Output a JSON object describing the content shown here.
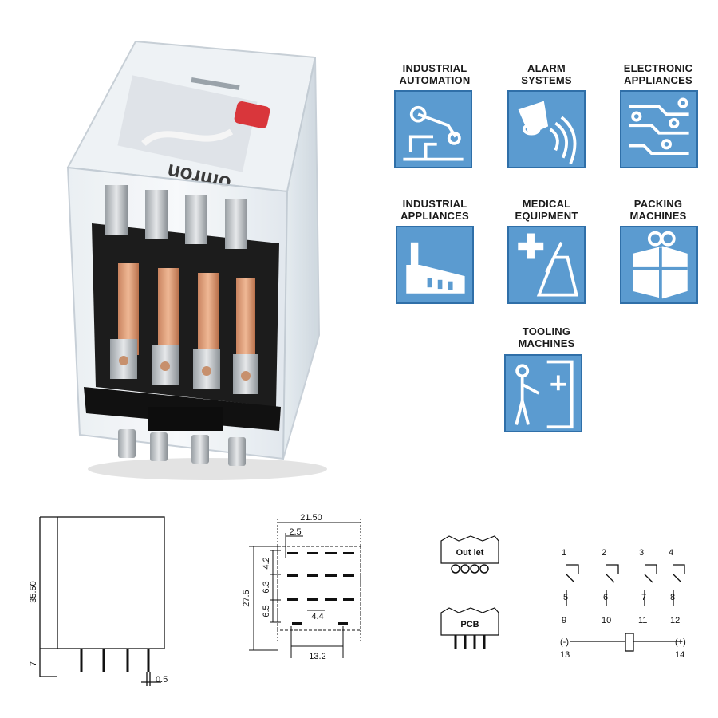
{
  "product": {
    "brand_text": "omron"
  },
  "applications": [
    {
      "line1": "INDUSTRIAL",
      "line2": "AUTOMATION",
      "icon": "robot-arm-icon"
    },
    {
      "line1": "ALARM",
      "line2": "SYSTEMS",
      "icon": "alarm-siren-icon"
    },
    {
      "line1": "ELECTRONIC",
      "line2": "APPLIANCES",
      "icon": "circuit-board-icon"
    },
    {
      "line1": "INDUSTRIAL",
      "line2": "APPLIANCES",
      "icon": "factory-icon"
    },
    {
      "line1": "MEDICAL",
      "line2": "EQUIPMENT",
      "icon": "medical-cross-icon"
    },
    {
      "line1": "PACKING",
      "line2": "MACHINES",
      "icon": "gift-box-icon"
    },
    {
      "line1": "TOOLING",
      "line2": "MACHINES",
      "icon": "machine-operator-icon"
    }
  ],
  "colors": {
    "tile_fill": "#5b9bd0",
    "tile_border": "#2f6fa8",
    "icon_fg": "#ffffff"
  },
  "dimensions": {
    "side_height": "35.50",
    "side_pin_length": "7",
    "side_pin_width": "0.5",
    "bottom_width": "21.50",
    "bottom_offset": "2.5",
    "bottom_height": "27.5",
    "row_pitch_a": "4.2",
    "row_pitch_b": "6.3",
    "row_pitch_c": "6.5",
    "col_pitch": "4.4",
    "pin_span": "13.2"
  },
  "mounting": {
    "outlet_label": "Out let",
    "pcb_label": "PCB"
  },
  "schematic": {
    "top_numbers": [
      "1",
      "2",
      "3",
      "4"
    ],
    "mid_numbers": [
      "5",
      "6",
      "7",
      "8"
    ],
    "bottom_numbers": [
      "9",
      "10",
      "11",
      "12"
    ],
    "coil_left_sign": "(-)",
    "coil_right_sign": "(+)",
    "coil_left_pin": "13",
    "coil_right_pin": "14"
  }
}
